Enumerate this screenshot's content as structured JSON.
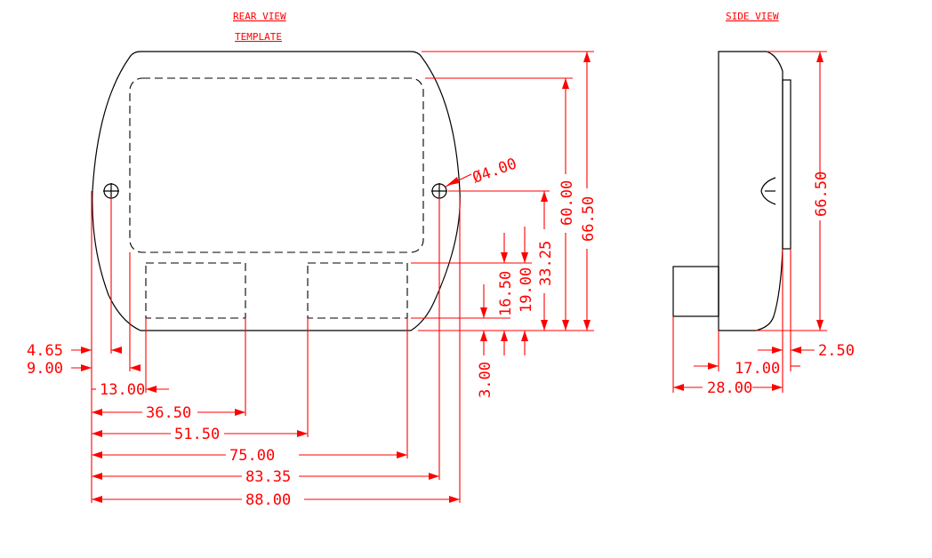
{
  "views": {
    "rear_title_line1": "REAR VIEW",
    "rear_title_line2": "TEMPLATE",
    "side_title": "SIDE VIEW"
  },
  "rear_dims": {
    "hole_diameter": "Ø4.00",
    "height_template": "60.00",
    "height_overall": "66.50",
    "hole_center_height": "33.25",
    "cutout_top": "19.00",
    "cutout_height": "16.50",
    "cutout_bottom": "3.00",
    "hole_x": "4.65",
    "template_left": "9.00",
    "cutout1_left": "13.00",
    "cutout1_right": "36.50",
    "cutout2_left": "51.50",
    "cutout2_right": "75.00",
    "hole2_x": "83.35",
    "overall_width": "88.00"
  },
  "side_dims": {
    "height": "66.50",
    "panel_thickness": "2.50",
    "body_depth": "17.00",
    "overall_depth": "28.00"
  },
  "colors": {
    "dimension": "#ff0000",
    "outline": "#000000",
    "background": "#ffffff"
  }
}
